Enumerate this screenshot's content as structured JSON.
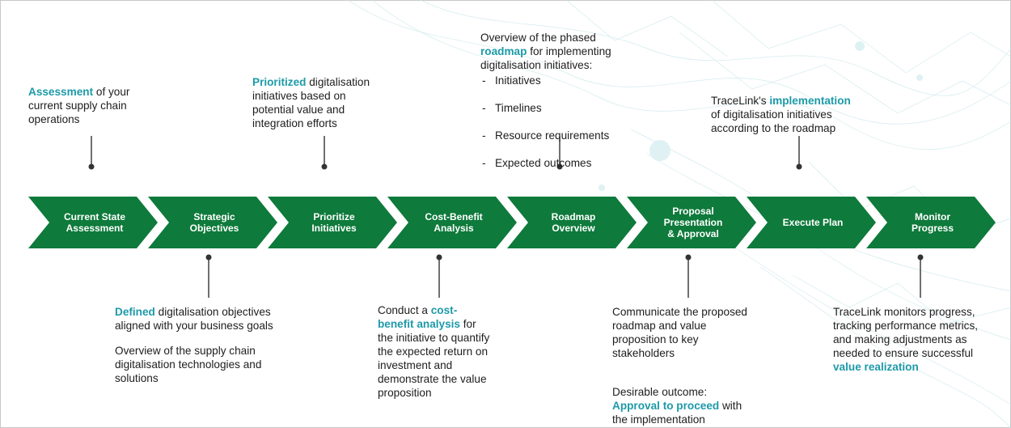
{
  "colors": {
    "chevron": "#0e7a3b",
    "highlight": "#1d9aa8",
    "connector": "#333333"
  },
  "steps": [
    {
      "label": "Current State\nAssessment"
    },
    {
      "label": "Strategic\nObjectives"
    },
    {
      "label": "Prioritize\nInitiatives"
    },
    {
      "label": "Cost-Benefit\nAnalysis"
    },
    {
      "label": "Roadmap\nOverview"
    },
    {
      "label": "Proposal\nPresentation\n& Approval"
    },
    {
      "label": "Execute Plan"
    },
    {
      "label": "Monitor\nProgress"
    }
  ],
  "notes": {
    "n1": {
      "hl": "Assessment",
      "after": " of your\ncurrent supply chain\noperations"
    },
    "n2": {
      "hl": "Defined",
      "after": " digitalisation objectives\naligned with your business goals",
      "p2": "Overview of the supply chain\ndigitalisation technologies and\nsolutions"
    },
    "n3": {
      "hl": "Prioritized",
      "after": " digitalisation\ninitiatives based on\npotential value and\nintegration efforts"
    },
    "n4": {
      "before": "Conduct a ",
      "hl": "cost-\nbenefit analysis",
      "after": " for\nthe initiative to quantify\nthe expected return on\ninvestment and\ndemonstrate the value\nproposition"
    },
    "n5": {
      "before": "Overview of the phased\n",
      "hl": "roadmap",
      "after": " for implementing\ndigitalisation initiatives:",
      "items": [
        "Initiatives",
        "Timelines",
        "Resource requirements",
        "Expected outcomes"
      ]
    },
    "n6": {
      "p1": "Communicate the proposed\nroadmap and value\nproposition to key\nstakeholders",
      "p2a": "Desirable outcome:",
      "hl": "Approval to proceed",
      "after": " with\nthe implementation"
    },
    "n7": {
      "before": "TraceLink's ",
      "hl": "implementation",
      "after": "\nof digitalisation initiatives\naccording to the roadmap"
    },
    "n8": {
      "before": "TraceLink monitors progress,\ntracking performance metrics,\nand making adjustments as\nneeded to ensure successful\n",
      "hl": "value realization"
    }
  }
}
